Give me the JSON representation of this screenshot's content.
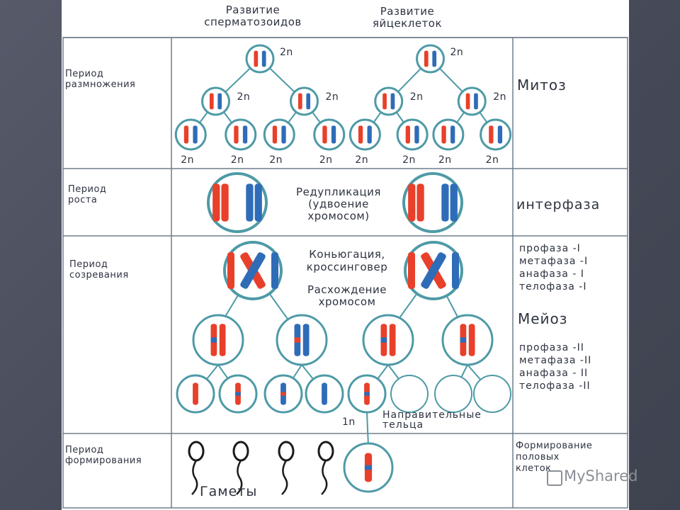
{
  "header": {
    "sperm_title": "Развитие\nсперматозоидов",
    "egg_title": "Развитие\nяйцеклеток"
  },
  "rows": {
    "reproduction_label": "Период\nразмножения",
    "growth_label": "Период\nроста",
    "maturation_label": "Период\nсозревания",
    "formation_label": "Период\nформирования"
  },
  "right_column": {
    "mitosis": "Митоз",
    "interphase": "интерфаза",
    "meiosis_1_stages": "профаза -I\nметафаза -I\nанафаза - I\nтелофаза -I",
    "meiosis": "Мейоз",
    "meiosis_2_stages": "профаза -II\nметафаза -II\nанафаза - II\nтелофаза -II",
    "sex_cells_formation": "Формирование\nполовых\nклеток"
  },
  "annotations": {
    "replication": "Редупликация\n(удвоение\nхромосом)",
    "conjugation": "Коньюгация,\nкроссинговер",
    "divergence": "Расхождение\nхромосом",
    "polar_bodies": "Направительные\nтельца",
    "gametes": "Гаметы",
    "haploid": "1n",
    "diploid": "2n"
  },
  "colors": {
    "cell_outline": "#4e9aa6",
    "chromosome_red": "#e8402a",
    "chromosome_blue": "#2f6cb8",
    "line": "#4e9aa6",
    "text": "#2d3340"
  },
  "watermark": "MyShared"
}
